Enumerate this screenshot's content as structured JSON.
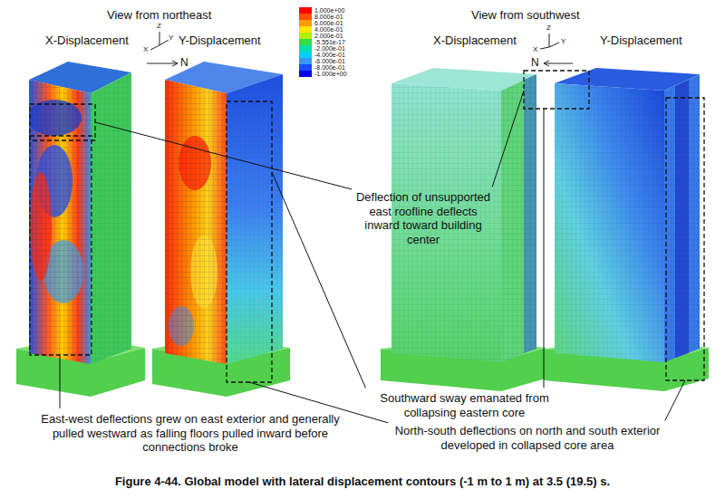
{
  "diagram": {
    "caption": "Figure 4-44. Global model with lateral displacement contours (-1 m to 1 m) at 3.5 (19.5) s.",
    "labels": [
      "View from northeast",
      "X-Displacement",
      "Y-Displacement",
      "Z",
      "Y",
      "X",
      "N",
      "View from southwest",
      "X-Displacement",
      "Y-Displacement",
      "Z",
      "Y",
      "X",
      "N",
      "Deflection of unsupported east roofline deflects inward toward building center",
      "Southward sway emanated from collapsing eastern core",
      "East-west deflections grew on east exterior and generally pulled westward as falling floors pulled inward before connections broke",
      "North-south deflections on north and south exterior developed in collapsed core area"
    ],
    "legend": [
      {
        "text": "1.000e+00",
        "color": "#ff0000"
      },
      {
        "text": "8.000e-01",
        "color": "#ff5000"
      },
      {
        "text": "6.000e-01",
        "color": "#ff9900"
      },
      {
        "text": "4.000e-01",
        "color": "#ffe600"
      },
      {
        "text": "2.000e-01",
        "color": "#b3f000"
      },
      {
        "text": "-5.551e-17",
        "color": "#33dd44"
      },
      {
        "text": "-2.000e-01",
        "color": "#00e0a8"
      },
      {
        "text": "-4.000e-01",
        "color": "#00d0ff"
      },
      {
        "text": "-6.000e-01",
        "color": "#3399ff"
      },
      {
        "text": "-8.000e-01",
        "color": "#1a4dff"
      },
      {
        "text": "-1.000e+00",
        "color": "#0000ee"
      }
    ]
  }
}
